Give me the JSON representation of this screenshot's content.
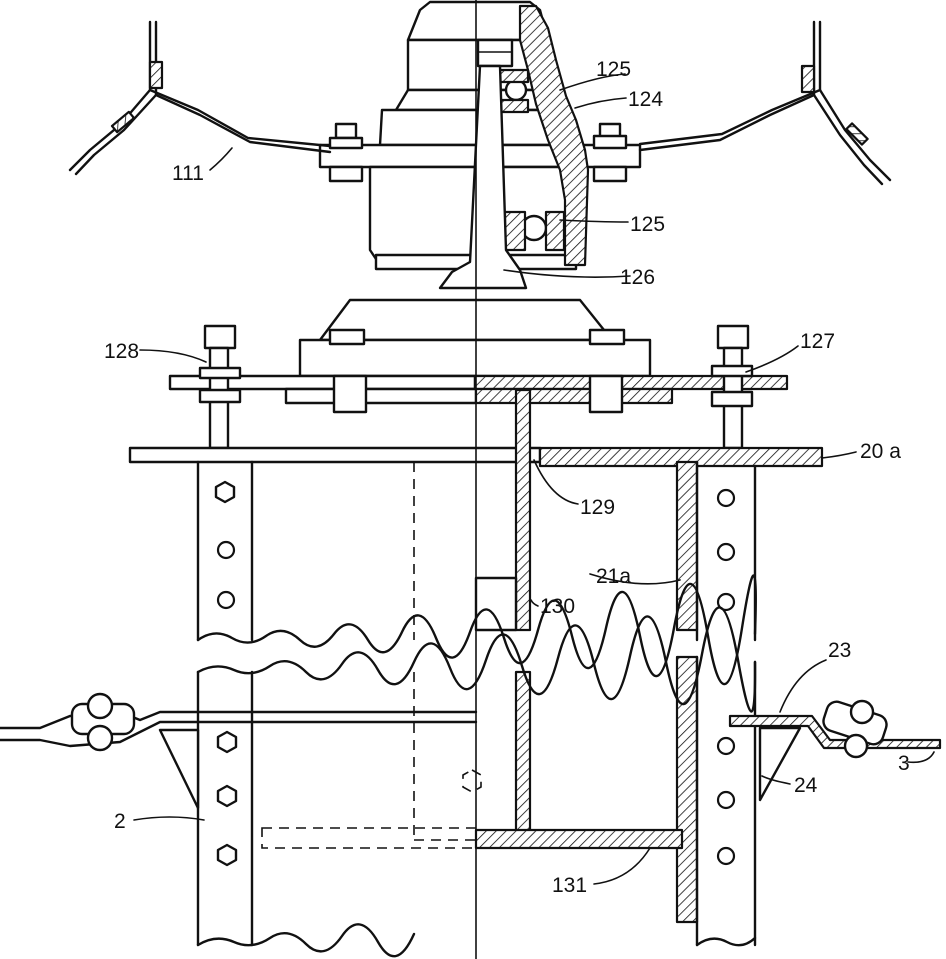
{
  "figure": {
    "labels": {
      "l111": "111",
      "l124": "124",
      "l125_top": "125",
      "l125_bottom": "125",
      "l126": "126",
      "l127": "127",
      "l128": "128",
      "l129": "129",
      "l130": "130",
      "l131": "131",
      "l20a": "20 a",
      "l21a": "21a",
      "l2": "2",
      "l3": "3",
      "l23": "23",
      "l24": "24"
    }
  }
}
